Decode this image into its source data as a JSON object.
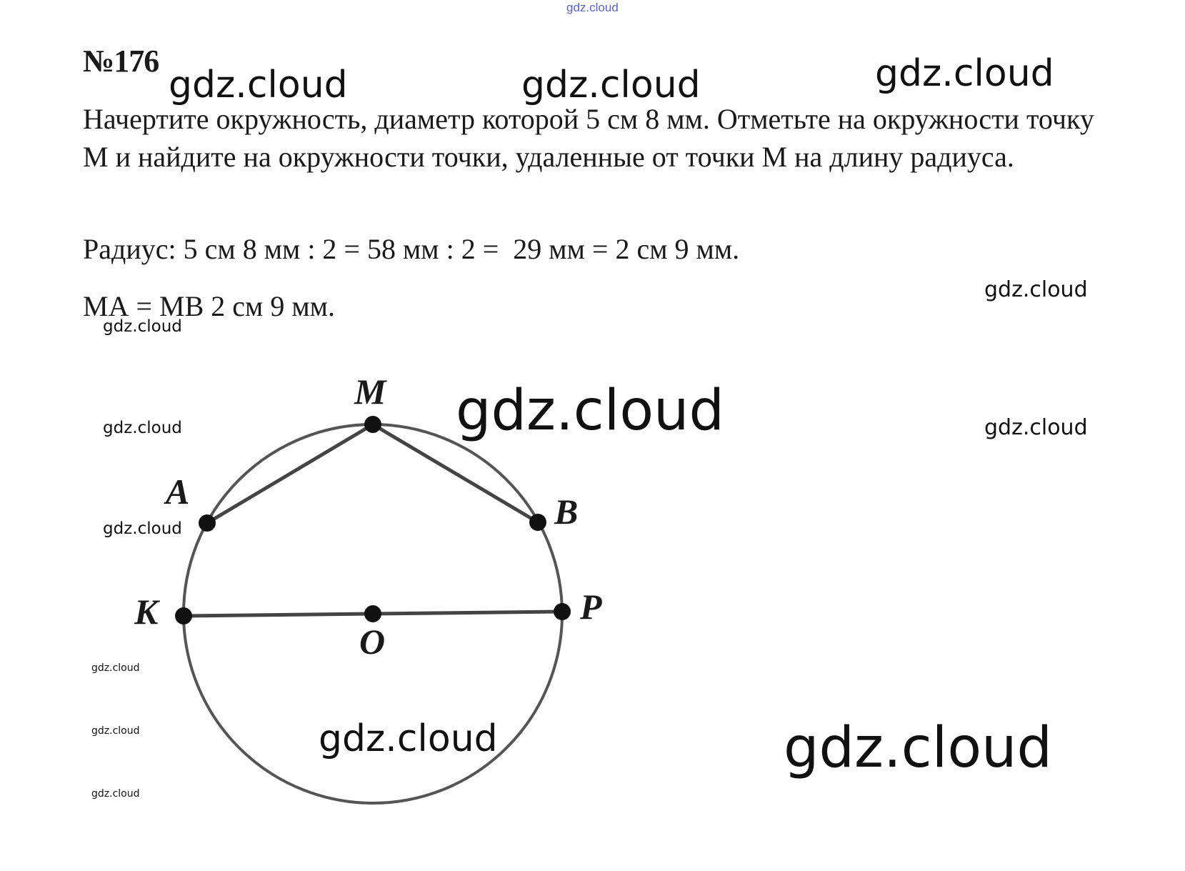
{
  "problem": {
    "number": "№176",
    "text": "Начертите окружность, диаметр которой 5 см 8 мм. Отметьте на окружности точку М и найдите на окружности точки, удаленные от точки М на длину радиуса."
  },
  "solution": {
    "radius_line": "Радиус: 5 см 8 мм : 2 = 58 мм : 2 =  29 мм = 2 см 9 мм.",
    "chords_line": "МА = МВ 2 см 9 мм."
  },
  "figure": {
    "labels": {
      "M": "M",
      "A": "A",
      "B": "B",
      "K": "K",
      "P": "P",
      "O": "O"
    }
  },
  "watermarks": {
    "top": "gdz.cloud",
    "w1": "gdz.cloud",
    "w2": "gdz.cloud",
    "w3": "gdz.cloud",
    "w4": "gdz.cloud",
    "w5": "gdz.cloud",
    "w6": "gdz.cloud",
    "w7": "gdz.cloud",
    "w8": "gdz.cloud",
    "w9": "gdz.cloud",
    "w10": "gdz.cloud",
    "w11": "gdz.cloud",
    "w12": "gdz.cloud",
    "w13": "gdz.cloud",
    "w14": "gdz.cloud"
  }
}
